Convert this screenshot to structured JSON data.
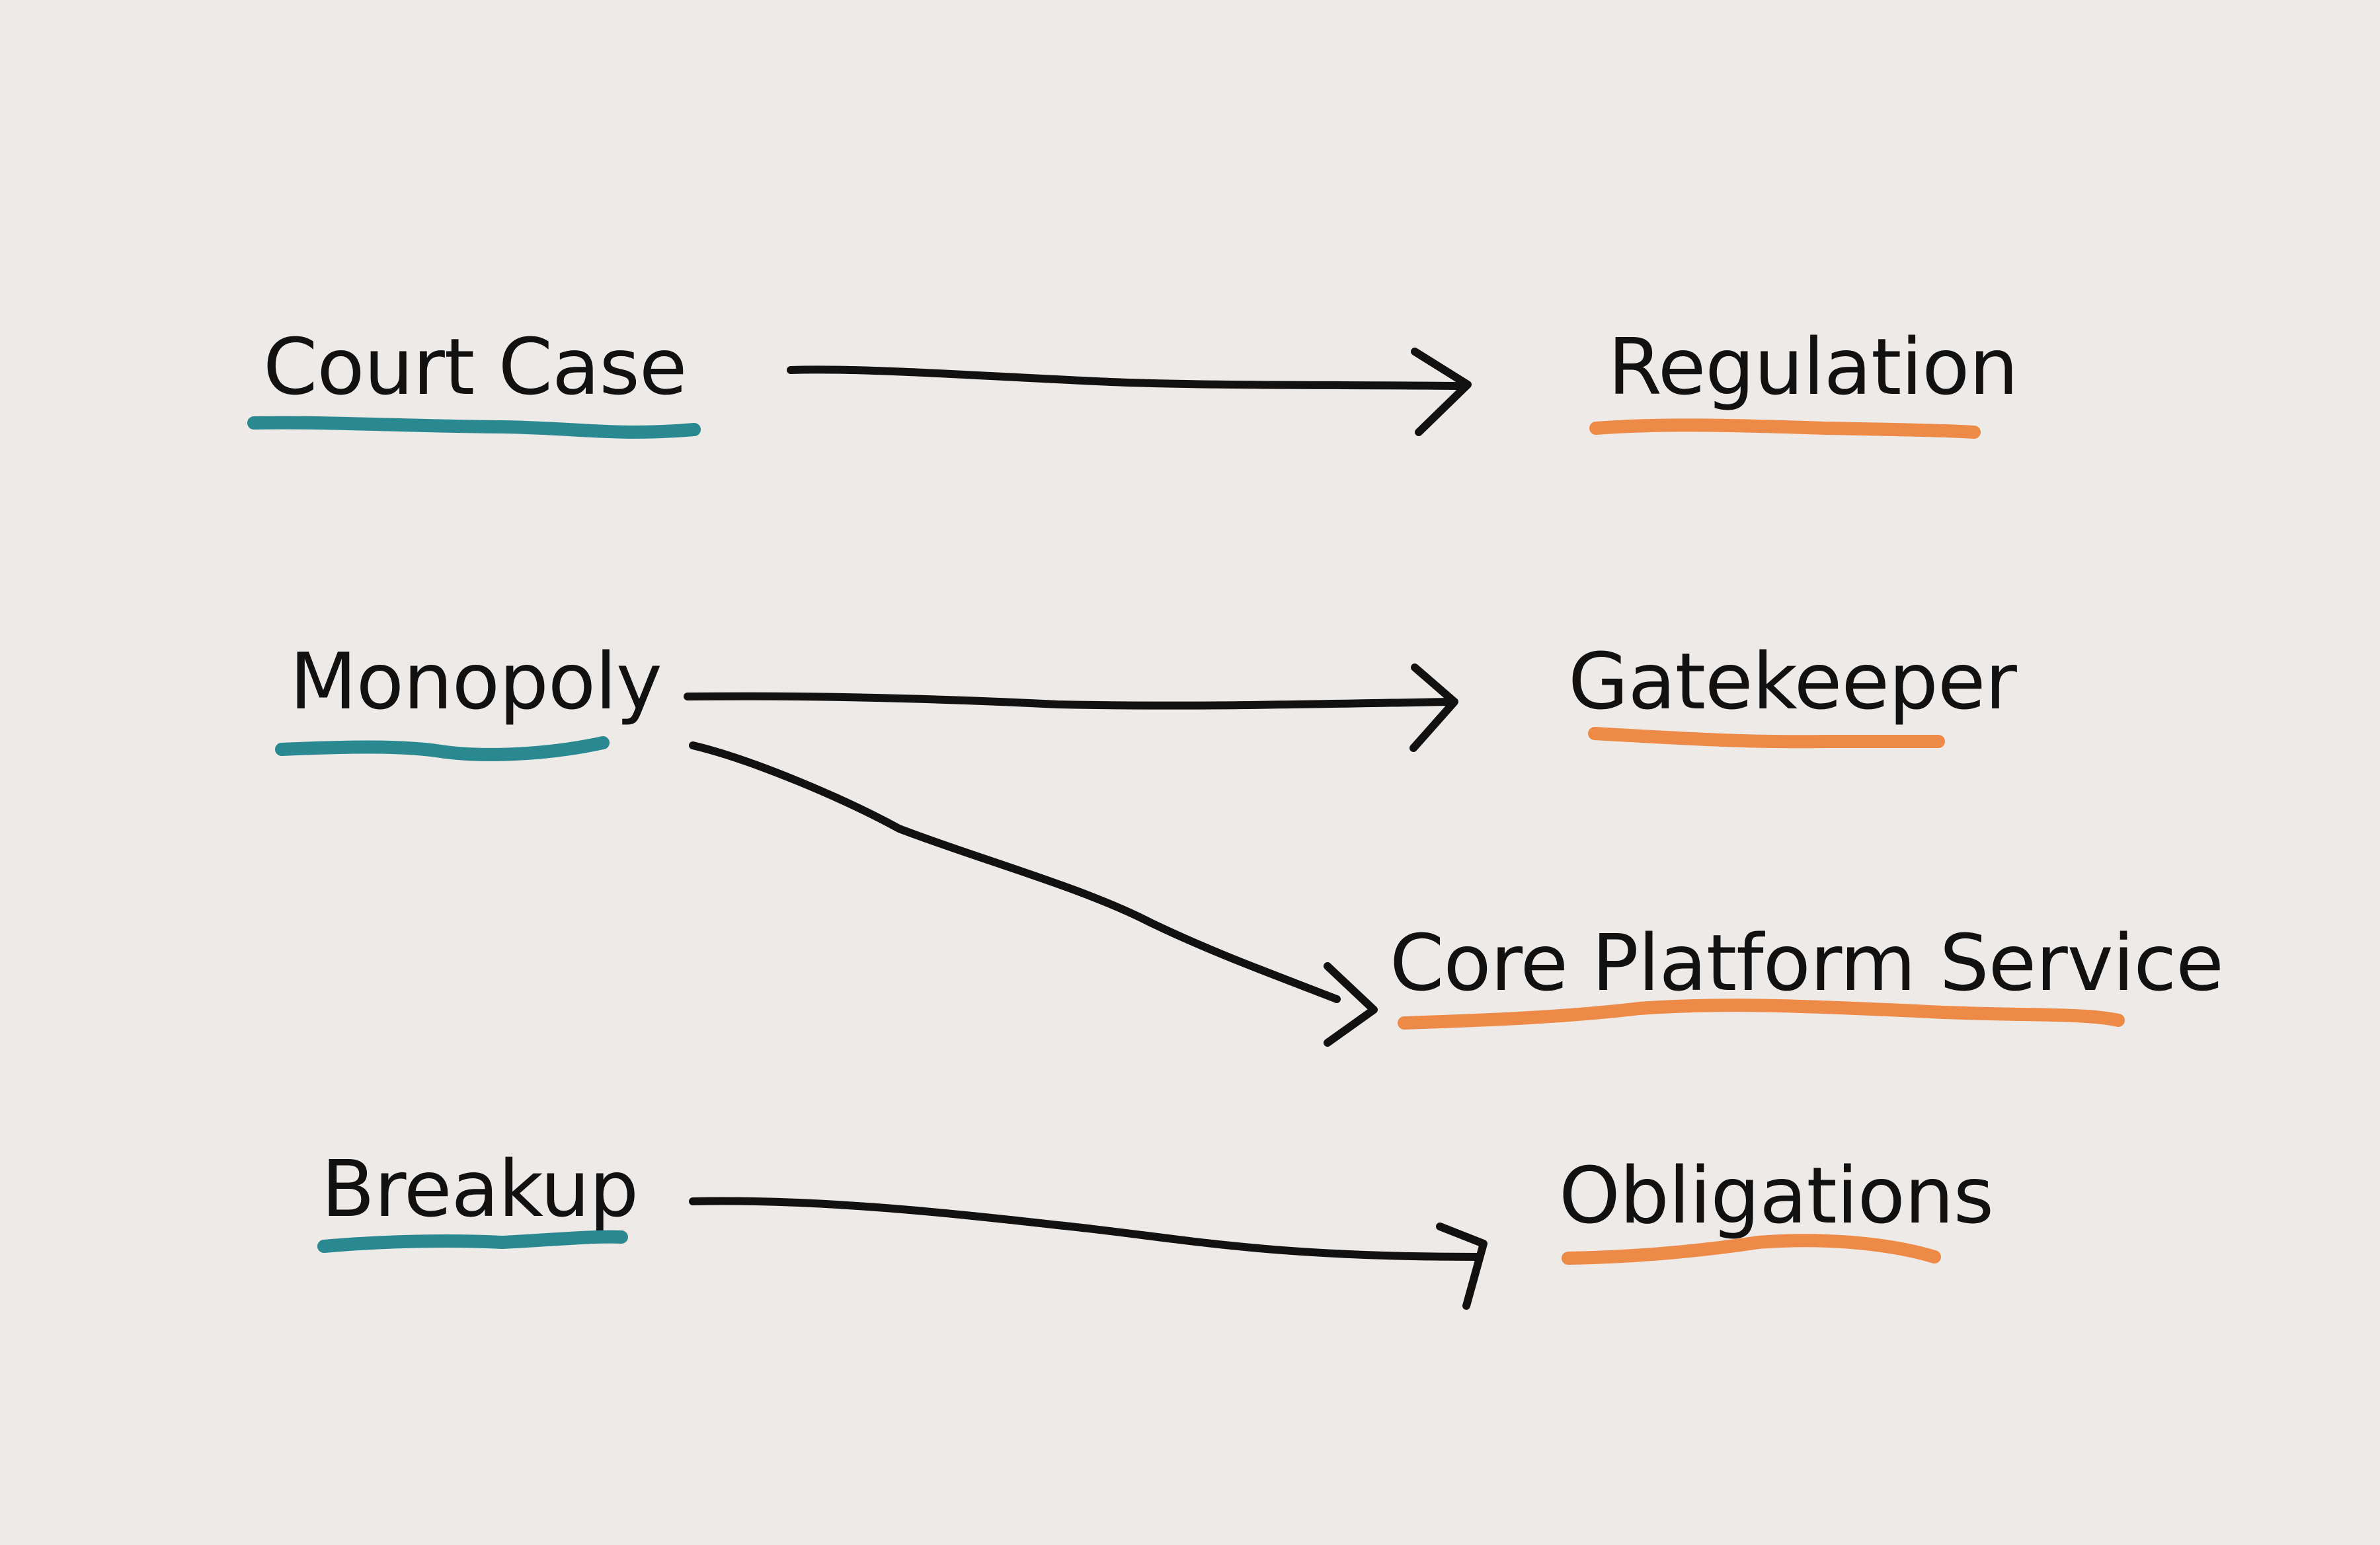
{
  "colors": {
    "background": "#EEEAE8",
    "left_underline": "#2A8891",
    "right_underline": "#EE8A48",
    "ink": "#111111"
  },
  "left_terms": [
    {
      "label": "Court Case"
    },
    {
      "label": "Monopoly"
    },
    {
      "label": "Breakup"
    }
  ],
  "right_terms": [
    {
      "label": "Regulation"
    },
    {
      "label": "Gatekeeper"
    },
    {
      "label": "Core Platform Service"
    },
    {
      "label": "Obligations"
    }
  ],
  "connections": [
    {
      "from": "Court Case",
      "to": "Regulation"
    },
    {
      "from": "Monopoly",
      "to": "Gatekeeper"
    },
    {
      "from": "Monopoly",
      "to": "Core Platform Service"
    },
    {
      "from": "Breakup",
      "to": "Obligations"
    }
  ]
}
